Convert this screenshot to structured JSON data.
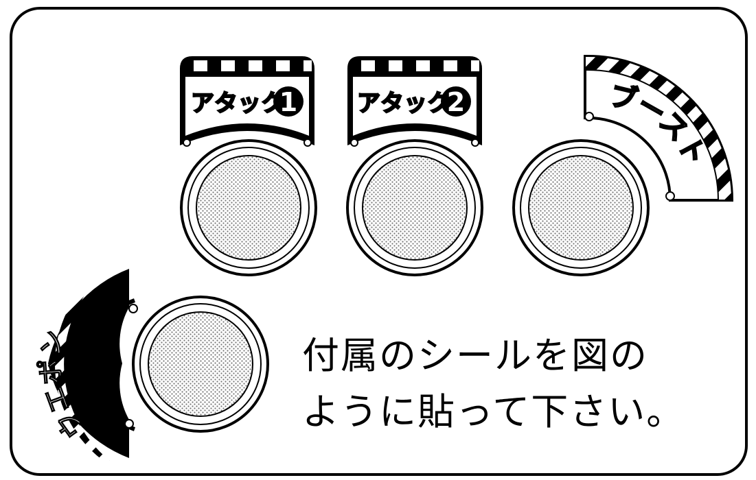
{
  "stickers": {
    "attack1": {
      "text": "アタック",
      "number": "1"
    },
    "attack2": {
      "text": "アタック",
      "number": "2"
    },
    "boost": {
      "text": "ブースト"
    },
    "weapon": {
      "text": "ウエポン"
    }
  },
  "instructions": {
    "line1": "付属のシールを図の",
    "line2": "ように貼って下さい。"
  },
  "colors": {
    "ink": "#000000",
    "paper": "#ffffff"
  }
}
